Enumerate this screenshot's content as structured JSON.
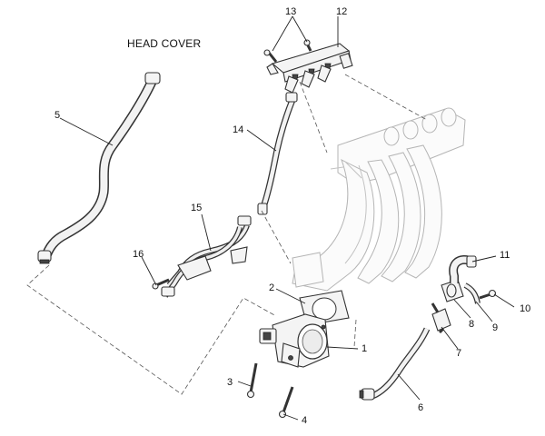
{
  "header_label": "HEAD COVER",
  "callouts": [
    {
      "id": "c1",
      "text": "1"
    },
    {
      "id": "c2",
      "text": "2"
    },
    {
      "id": "c3",
      "text": "3"
    },
    {
      "id": "c4",
      "text": "4"
    },
    {
      "id": "c5",
      "text": "5"
    },
    {
      "id": "c6",
      "text": "6"
    },
    {
      "id": "c7",
      "text": "7"
    },
    {
      "id": "c8",
      "text": "8"
    },
    {
      "id": "c9",
      "text": "9"
    },
    {
      "id": "c10",
      "text": "10"
    },
    {
      "id": "c11",
      "text": "11"
    },
    {
      "id": "c12",
      "text": "12"
    },
    {
      "id": "c13",
      "text": "13"
    },
    {
      "id": "c14",
      "text": "14"
    },
    {
      "id": "c15",
      "text": "15"
    },
    {
      "id": "c16",
      "text": "16"
    }
  ]
}
